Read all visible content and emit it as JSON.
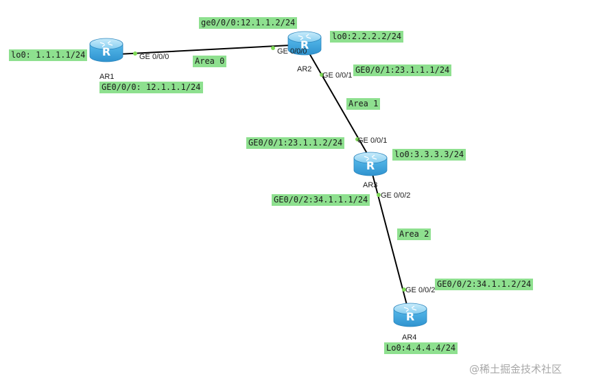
{
  "routers": [
    {
      "id": "ar1",
      "name": "AR1",
      "icon": "router-icon"
    },
    {
      "id": "ar2",
      "name": "AR2",
      "icon": "router-icon"
    },
    {
      "id": "ar3",
      "name": "AR3",
      "icon": "router-icon"
    },
    {
      "id": "ar4",
      "name": "AR4",
      "icon": "router-icon"
    }
  ],
  "ports": {
    "ar1_ge000": "GE 0/0/0",
    "ar2_ge000": "GE 0/0/0",
    "ar2_ge001": "GE 0/0/1",
    "ar3_ge001": "GE 0/0/1",
    "ar3_ge002": "GE 0/0/2",
    "ar4_ge002": "GE 0/0/2"
  },
  "addresses": {
    "ar1_lo0": "lo0: 1.1.1.1/24",
    "ar1_ge000": "GE0/0/0: 12.1.1.1/24",
    "ar2_ge000": "ge0/0/0:12.1.1.2/24",
    "ar2_lo0": "lo0:2.2.2.2/24",
    "ar2_ge001": "GE0/0/1:23.1.1.1/24",
    "ar3_ge001": "GE0/0/1:23.1.1.2/24",
    "ar3_lo0": "lo0:3.3.3.3/24",
    "ar3_ge002": "GE0/0/2:34.1.1.1/24",
    "ar4_ge002": "GE0/0/2:34.1.1.2/24",
    "ar4_lo0": "Lo0:4.4.4.4/24"
  },
  "areas": {
    "area0": "Area 0",
    "area1": "Area 1",
    "area2": "Area 2"
  },
  "watermark": "@稀土掘金技术社区",
  "colors": {
    "label_bg": "#8ee08f",
    "port_dot": "#7ed957",
    "link": "#000000",
    "router_top": "#8fd3f4",
    "router_body": "#3fa9e0"
  }
}
